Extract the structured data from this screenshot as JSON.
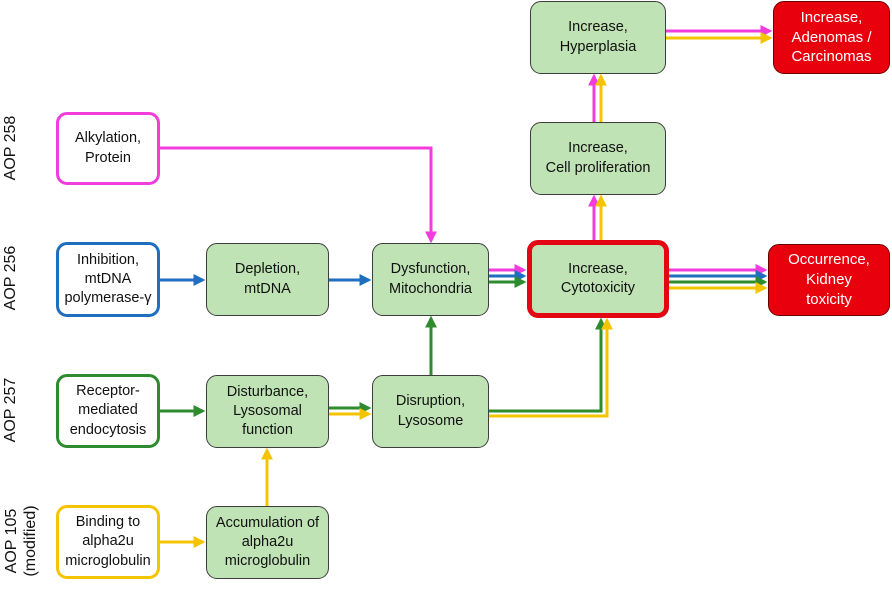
{
  "colors": {
    "aop258": "#f23ddc",
    "aop256": "#1f6fc0",
    "aop257": "#2e8b2e",
    "aop105": "#f5c400",
    "ke_fill": "#bfe3b4",
    "ao_fill": "#e8000d",
    "key_border": "#e30613"
  },
  "aop_labels": {
    "aop258": "AOP 258",
    "aop256": "AOP 256",
    "aop257": "AOP 257",
    "aop105": "AOP 105\n(modified)"
  },
  "nodes": {
    "alkylation": "Alkylation,\nProtein",
    "inhibition": "Inhibition,\nmtDNA\npolymerase-γ",
    "receptor": "Receptor-\nmediated\nendocytosis",
    "binding": "Binding to\nalpha2u\nmicroglobulin",
    "depletion": "Depletion,\nmtDNA",
    "disturbance": "Disturbance,\nLysosomal\nfunction",
    "accumulation": "Accumulation of\nalpha2u\nmicroglobulin",
    "dysfunction": "Dysfunction,\nMitochondria",
    "disruption": "Disruption,\nLysosome",
    "cytotoxicity": "Increase,\nCytotoxicity",
    "proliferation": "Increase,\nCell proliferation",
    "hyperplasia": "Increase,\nHyperplasia",
    "adenomas": "Increase,\nAdenomas /\nCarcinomas",
    "kidney": "Occurrence,\nKidney\ntoxicity"
  },
  "edges": [
    {
      "from": "alkylation",
      "to": "dysfunction",
      "aops": [
        "aop258"
      ]
    },
    {
      "from": "inhibition",
      "to": "depletion",
      "aops": [
        "aop256"
      ]
    },
    {
      "from": "depletion",
      "to": "dysfunction",
      "aops": [
        "aop256"
      ]
    },
    {
      "from": "receptor",
      "to": "disturbance",
      "aops": [
        "aop257"
      ]
    },
    {
      "from": "binding",
      "to": "accumulation",
      "aops": [
        "aop105"
      ]
    },
    {
      "from": "accumulation",
      "to": "disturbance",
      "aops": [
        "aop105"
      ]
    },
    {
      "from": "disturbance",
      "to": "disruption",
      "aops": [
        "aop257",
        "aop105"
      ]
    },
    {
      "from": "disruption",
      "to": "dysfunction",
      "aops": [
        "aop257"
      ]
    },
    {
      "from": "disruption",
      "to": "cytotoxicity",
      "aops": [
        "aop257",
        "aop105"
      ]
    },
    {
      "from": "dysfunction",
      "to": "cytotoxicity",
      "aops": [
        "aop258",
        "aop256",
        "aop257"
      ]
    },
    {
      "from": "cytotoxicity",
      "to": "kidney",
      "aops": [
        "aop258",
        "aop256",
        "aop257",
        "aop105"
      ]
    },
    {
      "from": "cytotoxicity",
      "to": "proliferation",
      "aops": [
        "aop258",
        "aop105"
      ]
    },
    {
      "from": "proliferation",
      "to": "hyperplasia",
      "aops": [
        "aop258",
        "aop105"
      ]
    },
    {
      "from": "hyperplasia",
      "to": "adenomas",
      "aops": [
        "aop258",
        "aop105"
      ]
    }
  ]
}
